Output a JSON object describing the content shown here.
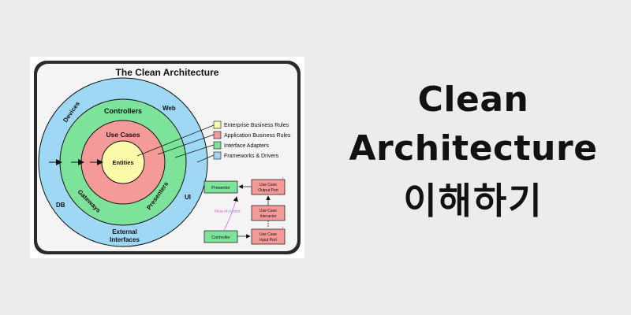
{
  "diagram": {
    "title": "The Clean Architecture",
    "rings": {
      "outer": [
        "Devices",
        "Web",
        "UI",
        "DB",
        "External",
        "Interfaces"
      ],
      "adapters": [
        "Controllers",
        "Gateways",
        "Presenters"
      ],
      "use_cases": "Use Cases",
      "entities": "Entities"
    },
    "legend": [
      {
        "label": "Enterprise Business Rules",
        "color": "#fbfaa8"
      },
      {
        "label": "Application Business Rules",
        "color": "#f49a99"
      },
      {
        "label": "Interface Adapters",
        "color": "#7ee39a"
      },
      {
        "label": "Frameworks & Drivers",
        "color": "#9fd8f5"
      }
    ],
    "flow": {
      "presenter": "Presenter",
      "output_port": [
        "Use Case",
        "Output Port"
      ],
      "interactor": [
        "Use Case",
        "Interactor"
      ],
      "controller": "Controller",
      "input_port": [
        "Use Case",
        "Input Port"
      ],
      "flow_label": "Flow of control",
      "i_marker": "I"
    }
  },
  "headline": {
    "line1": "Clean",
    "line2": "Architecture",
    "line3": "이해하기"
  },
  "colors": {
    "frameworks": "#9fd8f5",
    "adapters": "#7ee39a",
    "application": "#f49a99",
    "enterprise": "#fbfaa8",
    "title": "#a0522d",
    "flow_label": "#d966d6"
  }
}
